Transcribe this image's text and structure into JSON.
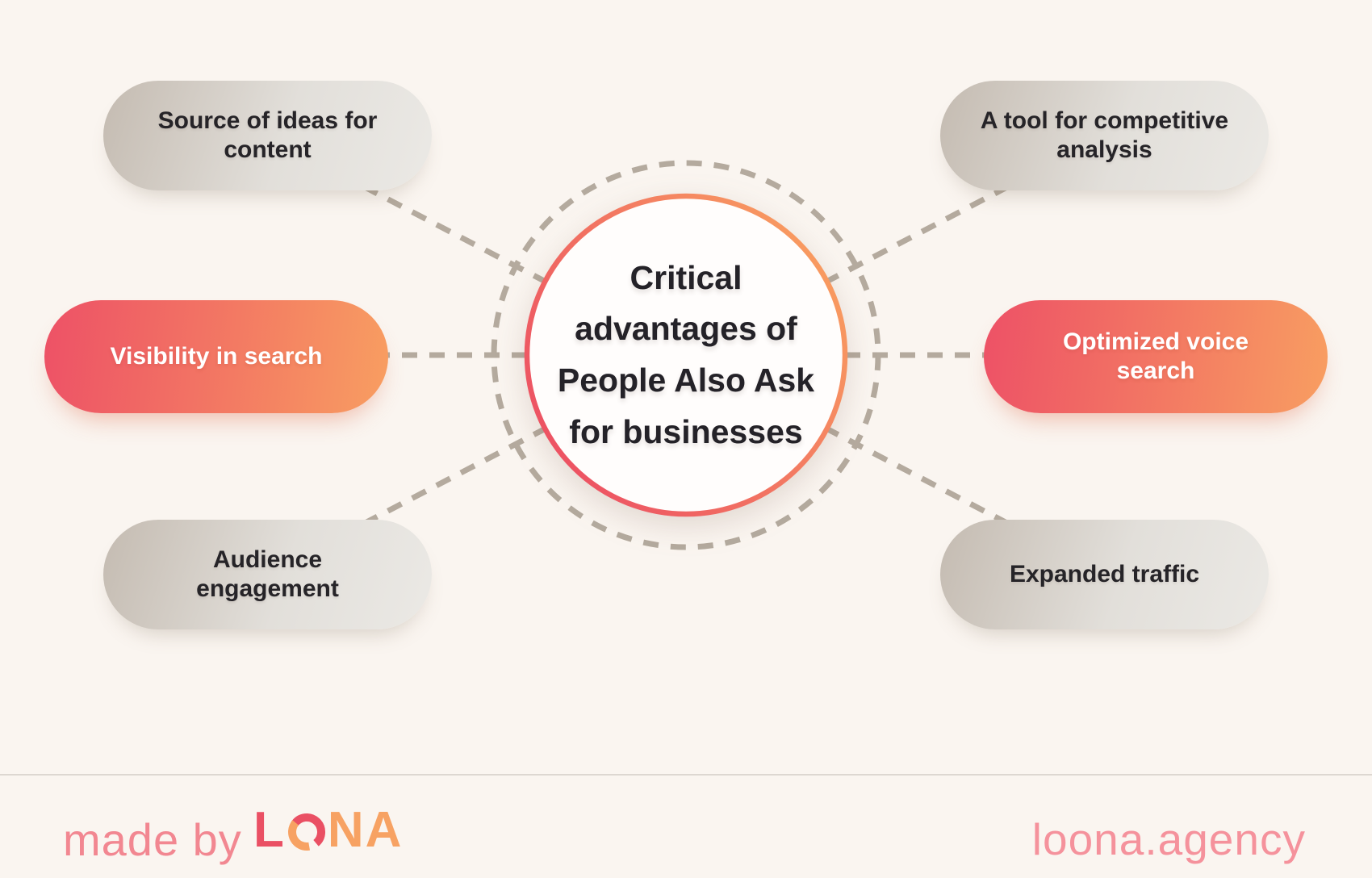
{
  "center": {
    "lines": [
      "Critical",
      "advantages of",
      "People Also Ask",
      "for businesses"
    ]
  },
  "nodes": {
    "top_left": {
      "label": "Source of ideas for content",
      "variant": "gray"
    },
    "mid_left": {
      "label": "Visibility in search",
      "variant": "accent"
    },
    "bottom_left": {
      "label": "Audience engagement",
      "variant": "gray"
    },
    "top_right": {
      "label": "A tool for competitive analysis",
      "variant": "gray"
    },
    "mid_right": {
      "label": "Optimized voice search",
      "variant": "accent"
    },
    "bottom_right": {
      "label": "Expanded traffic",
      "variant": "gray"
    }
  },
  "footer": {
    "made_by": "made by",
    "logo": {
      "l": "L",
      "na": "NA"
    },
    "site": "loona.agency"
  },
  "colors": {
    "background": "#faf5f0",
    "accent_gradient": [
      "#ed5166",
      "#f89e61"
    ],
    "gray_gradient": [
      "#c4bbb1",
      "#ebe9e5"
    ],
    "circle_ring_gradient": [
      "#ec4e63",
      "#f9a160"
    ],
    "dash": "#b4aa9e",
    "text_dark": "#262428",
    "footer_pink": "#f28791",
    "site_pink": "#f5929c",
    "logo_red": "#ea5064",
    "logo_orange": "#f7a263",
    "divider": "#ddd7d1"
  }
}
